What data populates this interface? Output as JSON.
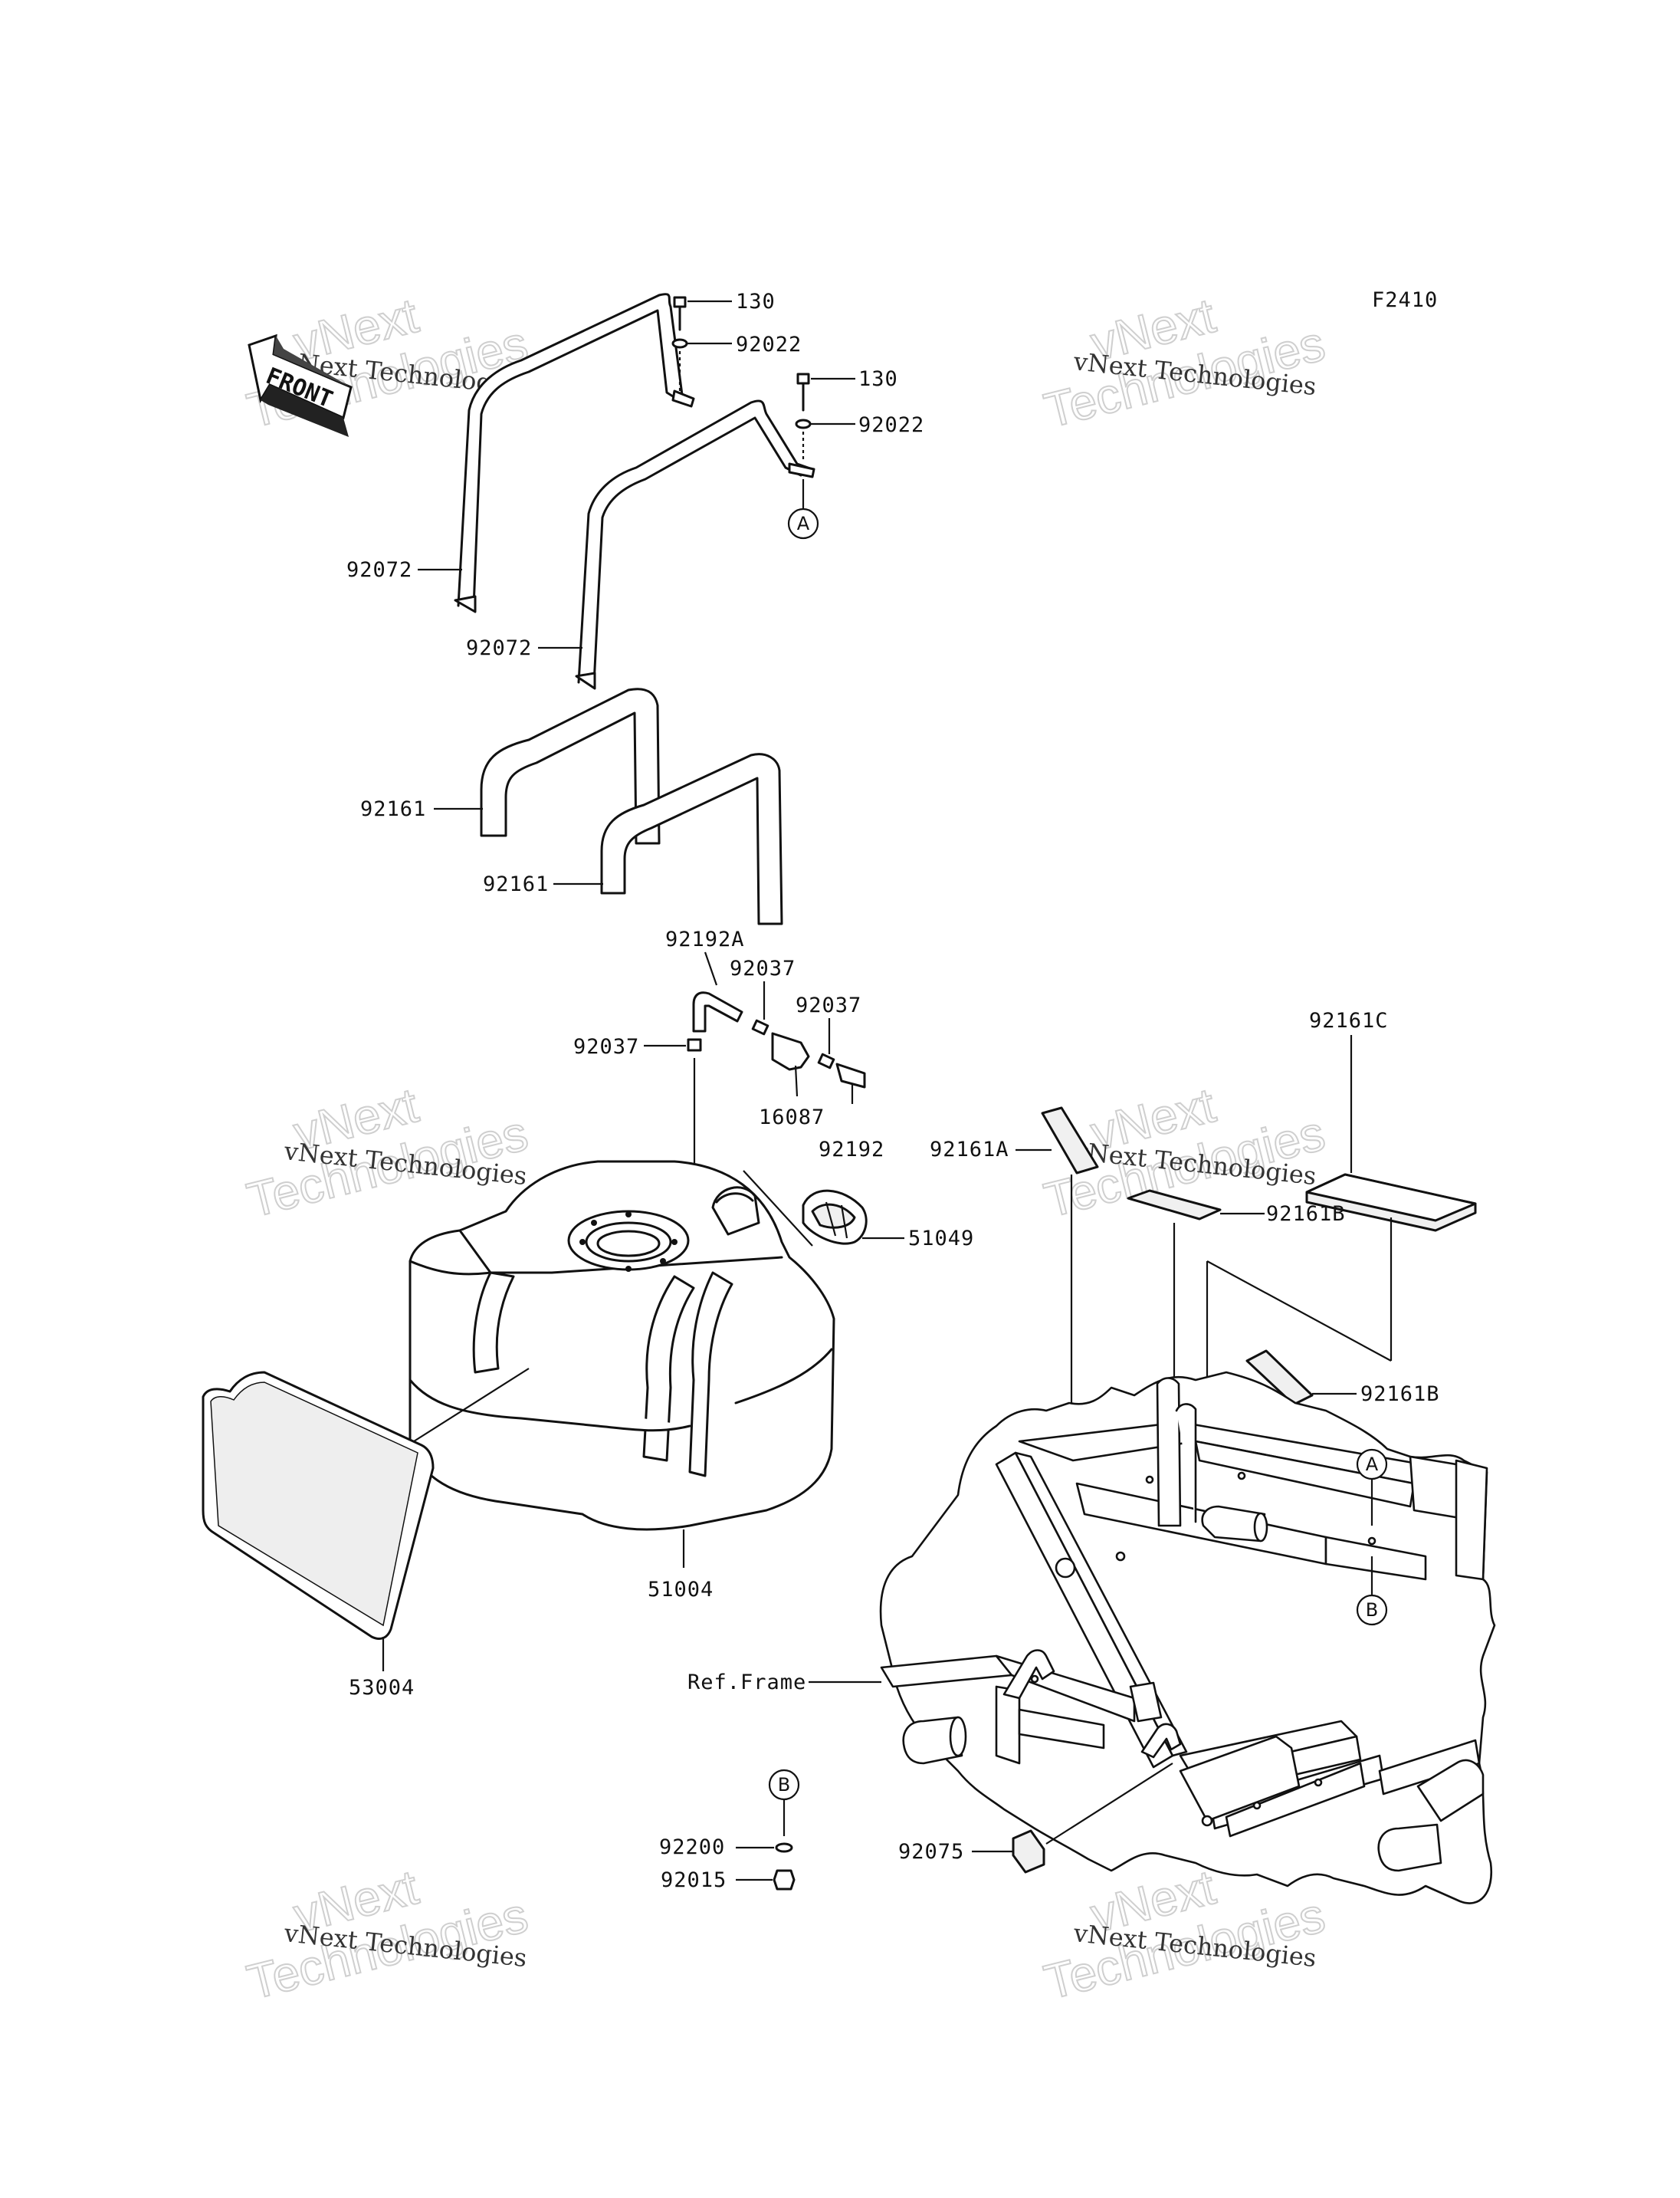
{
  "figure_code": "F2410",
  "front_arrow": {
    "label": "FRONT",
    "icon": "front-arrow-icon"
  },
  "watermark": {
    "line1": "vNext Technologies",
    "line2": "vNext",
    "line3": "Technologies"
  },
  "labels": {
    "p130_a": "130",
    "p92022_a": "92022",
    "p130_b": "130",
    "p92022_b": "92022",
    "p92072_a": "92072",
    "p92072_b": "92072",
    "p92161_a": "92161",
    "p92161_b": "92161",
    "p92192A": "92192A",
    "p92037_a": "92037",
    "p92037_b": "92037",
    "p92037_c": "92037",
    "p16087": "16087",
    "p92192": "92192",
    "p51049": "51049",
    "p51004": "51004",
    "p53004": "53004",
    "p92161C": "92161C",
    "p92161A": "92161A",
    "p92161B_a": "92161B",
    "p92161B_b": "92161B",
    "ref_frame": "Ref.Frame",
    "p92200": "92200",
    "p92015": "92015",
    "p92075": "92075"
  },
  "callouts": {
    "a": "A",
    "b": "B"
  }
}
